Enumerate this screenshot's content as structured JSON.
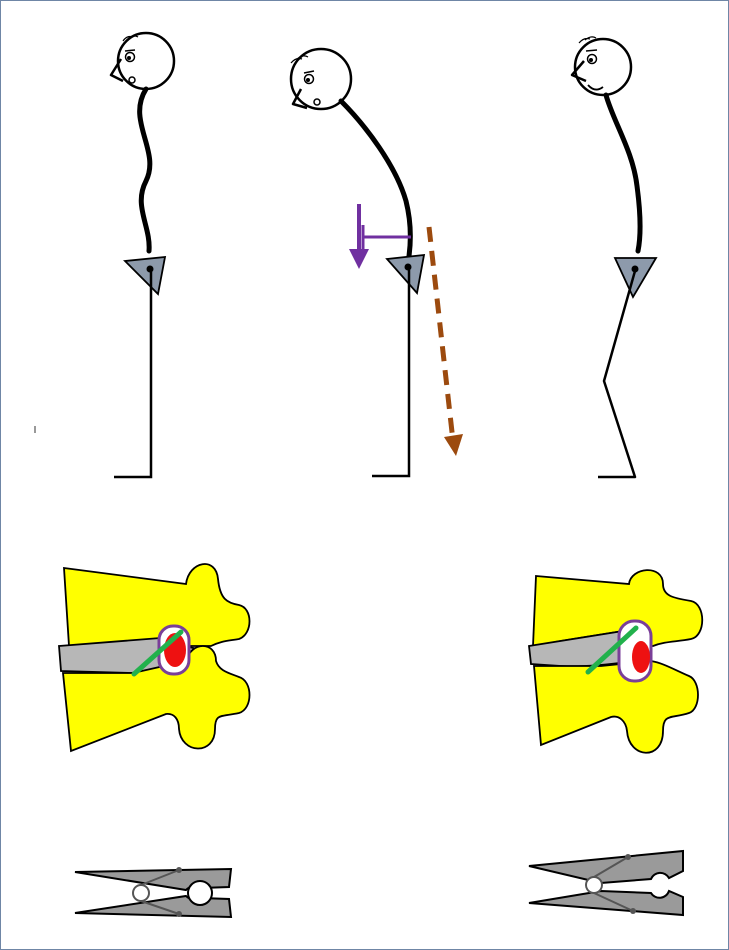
{
  "colors": {
    "frame_border": "#6f86a6",
    "stroke": "#000000",
    "pelvis_fill": "#8d9aab",
    "bone_fill": "#ffff00",
    "disc_fill": "#b7b7b7",
    "nerve_fill": "#ee1111",
    "foramen_outline": "#7a3f98",
    "ligament": "#22b14c",
    "moment_arrow": "#7030a0",
    "gravity_line": "#9c4a0e",
    "clothespin_fill": "#9a9a9a"
  },
  "figures": [
    {
      "id": "upright",
      "pose": "upright",
      "expression": "worried"
    },
    {
      "id": "stooped",
      "pose": "stooped-forward",
      "expression": "worried",
      "shows_gravity_line": true,
      "shows_moment_arm": true
    },
    {
      "id": "relieved",
      "pose": "knees-bent-pelvis-tilted",
      "expression": "smiling"
    }
  ],
  "spine_panels": [
    {
      "id": "extension",
      "state": "foramen-narrowed-nerve-compressed"
    },
    {
      "id": "flexion",
      "state": "foramen-opened-nerve-relieved"
    }
  ],
  "clothespins": [
    {
      "id": "closed",
      "state": "closed"
    },
    {
      "id": "open",
      "state": "open"
    }
  ]
}
